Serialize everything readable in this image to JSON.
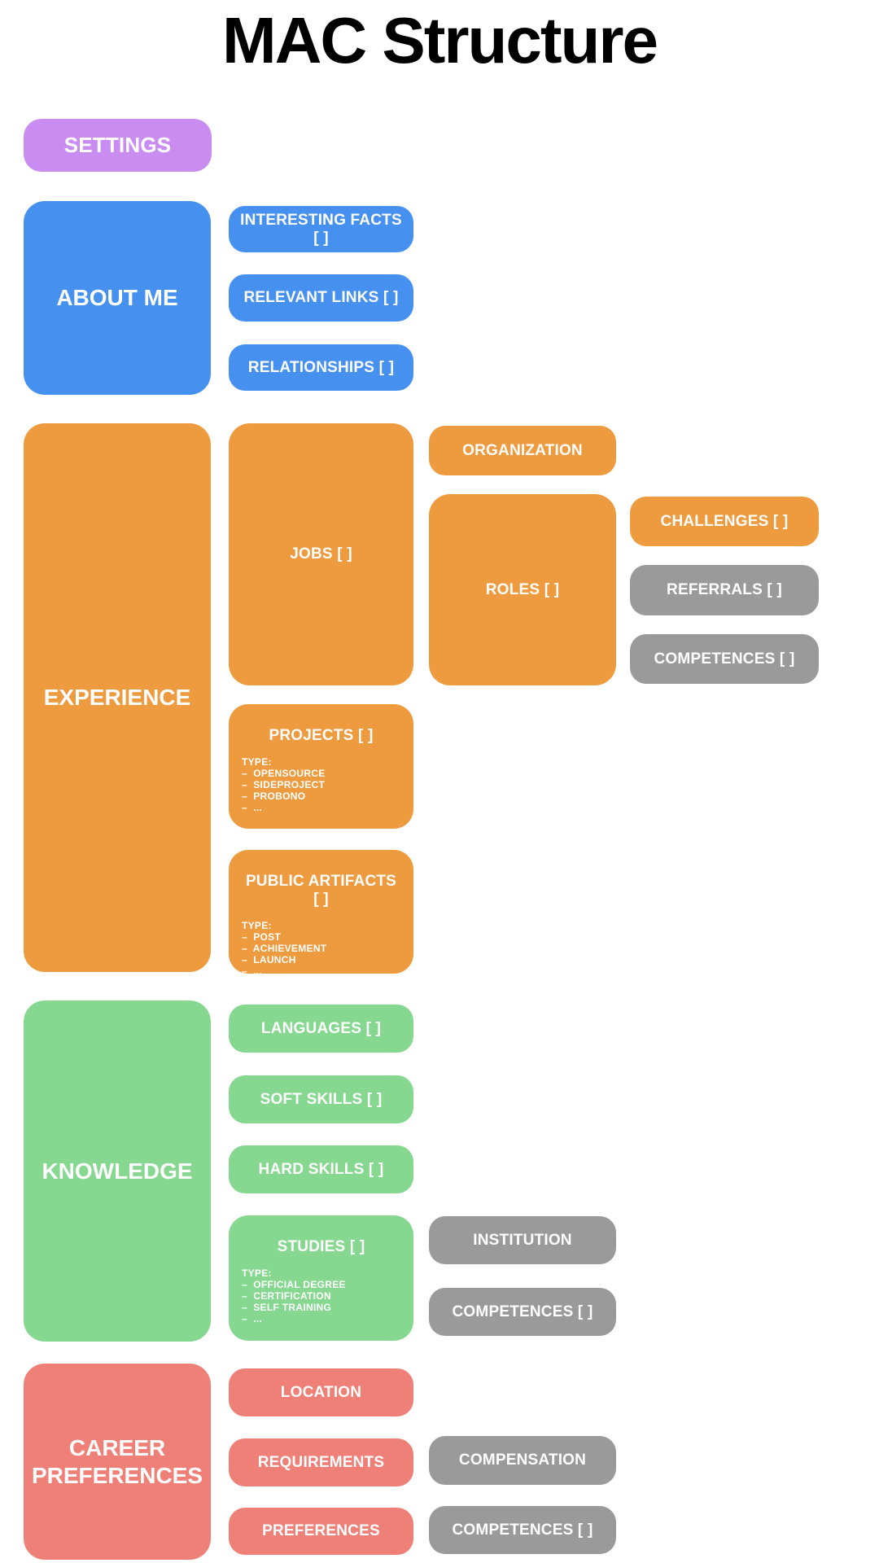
{
  "page": {
    "title": "MAC Structure"
  },
  "palette": {
    "purple": "#c98df2",
    "blue": "#4691ef",
    "orange": "#ed9b3e",
    "green": "#86d78f",
    "salmon": "#ee8078",
    "gray": "#9a9a9a",
    "text": "#ffffff",
    "title_text": "#000000"
  },
  "sections": {
    "settings": {
      "label": "SETTINGS"
    },
    "about": {
      "label": "ABOUT ME",
      "interesting_facts": "INTERESTING FACTS [ ]",
      "relevant_links": "RELEVANT LINKS [ ]",
      "relationships": "RELATIONSHIPS [ ]"
    },
    "experience": {
      "label": "EXPERIENCE",
      "jobs": "JOBS [ ]",
      "organization": "ORGANIZATION",
      "roles": "ROLES [ ]",
      "challenges": "CHALLENGES [ ]",
      "referrals": "REFERRALS [ ]",
      "roles_competences": "COMPETENCES [ ]",
      "projects": {
        "label": "PROJECTS [ ]",
        "heading": "TYPE:",
        "items": [
          "–  OPENSOURCE",
          "–  SIDEPROJECT",
          "–  PROBONO",
          "–  ..."
        ]
      },
      "public_artifacts": {
        "label": "PUBLIC ARTIFACTS [ ]",
        "heading": "TYPE:",
        "items": [
          "–  POST",
          "–  ACHIEVEMENT",
          "–  LAUNCH",
          "–  ..."
        ]
      }
    },
    "knowledge": {
      "label": "KNOWLEDGE",
      "languages": "LANGUAGES [ ]",
      "soft_skills": "SOFT SKILLS [ ]",
      "hard_skills": "HARD SKILLS [ ]",
      "studies": {
        "label": "STUDIES [ ]",
        "heading": "TYPE:",
        "items": [
          "–  OFFICIAL DEGREE",
          "–  CERTIFICATION",
          "–  SELF TRAINING",
          "–  ..."
        ]
      },
      "institution": "INSTITUTION",
      "studies_competences": "COMPETENCES [ ]"
    },
    "career": {
      "label": "CAREER PREFERENCES",
      "location": "LOCATION",
      "requirements": "REQUIREMENTS",
      "preferences": "PREFERENCES",
      "compensation": "COMPENSATION",
      "preferences_competences": "COMPETENCES [ ]"
    }
  }
}
